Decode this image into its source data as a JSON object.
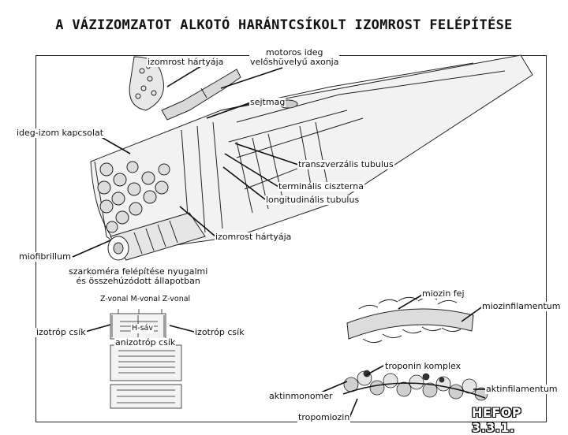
{
  "title": "A VÁZIZOMZATOT ALKOTÓ HARÁNTCSÍKOLT IZOMROST FELÉPÍTÉSE",
  "labels": {
    "izomrost_hartyaja_top": "izomrost hártyája",
    "motoros_ideg": "motoros ideg\nvelőshüvelyű axonja",
    "sejtmag": "sejtmag",
    "ideg_izom": "ideg-izom kapcsolat",
    "transzverzalis": "transzverzális tubulus",
    "terminalis": "terminális ciszterna",
    "longitudinalis": "longitudinális tubulus",
    "izomrost_hartyaja_mid": "izomrost hártyája",
    "miofibrillum": "miofibrillum",
    "szarkomera": "szarkoméra felépítése nyugalmi\nés összehúzódott állapotban",
    "z_vonal_m_vonal": "Z-vonal M-vonal Z-vonal",
    "miozin_fej": "miozin fej",
    "miozinfilamentum": "miozinfilamentum",
    "izotrop_csik_left": "izotróp csík",
    "h_sav": "H-sáv",
    "izotrop_csik_right": "izotróp csík",
    "anizotrop_csik": "anizotróp csík",
    "troponin": "troponin komplex",
    "aktinmonomer": "aktinmonomer",
    "aktinfilamentum": "aktinfilamentum",
    "tropomiozin": "tropomiozin"
  },
  "footer": "HEFOP 3.3.1."
}
